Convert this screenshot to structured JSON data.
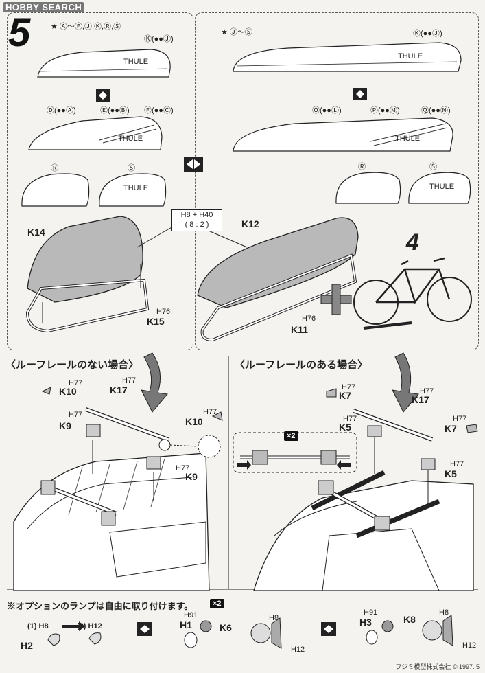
{
  "watermark": "HOBBY SEARCH",
  "step_number": "5",
  "left_panel": {
    "parts_range": "Ⓐ〜Ⓕ,Ⓙ,Ⓚ,Ⓡ,Ⓢ",
    "top_box_label": "Ⓚ(●●Ⓙ)",
    "labels": [
      "Ⓓ(●●Ⓐ)",
      "Ⓔ(●●Ⓑ)",
      "Ⓕ(●●Ⓒ)"
    ],
    "front_r": "Ⓡ",
    "front_s": "Ⓢ",
    "box_part": "K14",
    "rail_part": "K15",
    "rail_color": "H76"
  },
  "right_panel": {
    "parts_range": "Ⓙ〜Ⓢ",
    "top_box_label": "Ⓚ(●●Ⓙ)",
    "labels": [
      "Ⓞ(●●Ⓛ)",
      "Ⓟ(●●Ⓜ)",
      "Ⓠ(●●Ⓝ)"
    ],
    "front_r": "Ⓡ",
    "front_s": "Ⓢ",
    "box_part": "K12",
    "rail_part": "K11",
    "rail_color": "H76",
    "option_num": "4"
  },
  "color_mix": {
    "line1": "H8 + H40",
    "line2": "( 8 : 2 )"
  },
  "brand": "THULE",
  "section_no_rail": {
    "heading": "〈ルーフレールのない場合〉",
    "parts": [
      {
        "code": "K10",
        "color": "H77"
      },
      {
        "code": "K17",
        "color": "H77"
      },
      {
        "code": "K9",
        "color": "H77"
      },
      {
        "code": "K10",
        "color": "H77"
      },
      {
        "code": "K9",
        "color": "H77"
      }
    ]
  },
  "section_with_rail": {
    "heading": "〈ルーフレールのある場合〉",
    "x2": "×2",
    "parts": [
      {
        "code": "K7",
        "color": "H77"
      },
      {
        "code": "K17",
        "color": "H77"
      },
      {
        "code": "K5",
        "color": "H77"
      },
      {
        "code": "K7",
        "color": "H77"
      },
      {
        "code": "K5",
        "color": "H77"
      }
    ]
  },
  "lamp_note": {
    "text": "※オプションのランプは自由に取り付けます。",
    "x2": "×2",
    "step1": "(1)",
    "step1_color": "H8",
    "step2": "(2)",
    "step2_color": "H12",
    "h2": "H2",
    "h1": "H1",
    "h1_color": "H91",
    "k6": "K6",
    "h3": "H3",
    "h3_color": "H91",
    "k8": "K8",
    "lamp_color_a": "H8",
    "lamp_color_b": "H12"
  },
  "footer": "フジミ模型株式会社 © 1997. 5"
}
